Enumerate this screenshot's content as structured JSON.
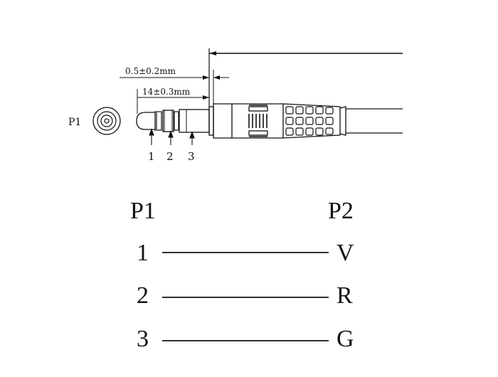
{
  "drawing": {
    "p1_label": "P1",
    "dimension_overall": "0.5±0.2mm",
    "dimension_tip": "14±0.3mm",
    "contact_labels": [
      "1",
      "2",
      "3"
    ]
  },
  "wiring": {
    "header_left": "P1",
    "header_right": "P2",
    "rows": [
      {
        "from": "1",
        "to": "V"
      },
      {
        "from": "2",
        "to": "R"
      },
      {
        "from": "3",
        "to": "G"
      }
    ]
  }
}
